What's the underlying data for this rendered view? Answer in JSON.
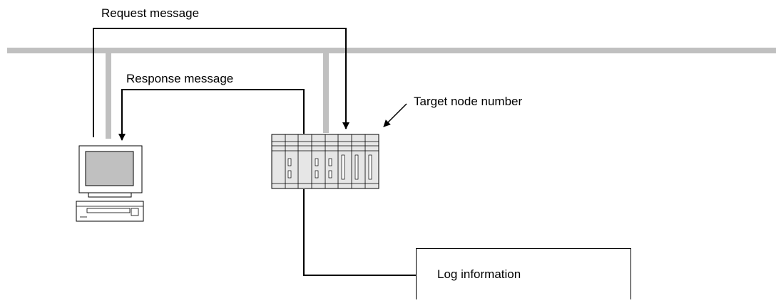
{
  "diagram": {
    "labels": {
      "request_message": "Request message",
      "response_message": "Response message",
      "target_node_number": "Target node number",
      "log_information": "Log information"
    },
    "colors": {
      "network_bus": "#c0c0c0",
      "screen": "#c0c0c0",
      "plc_body": "#e6e6e6",
      "line": "#000000"
    },
    "icons": {
      "computer": "personal-computer-icon",
      "plc": "plc-rack-icon"
    }
  }
}
